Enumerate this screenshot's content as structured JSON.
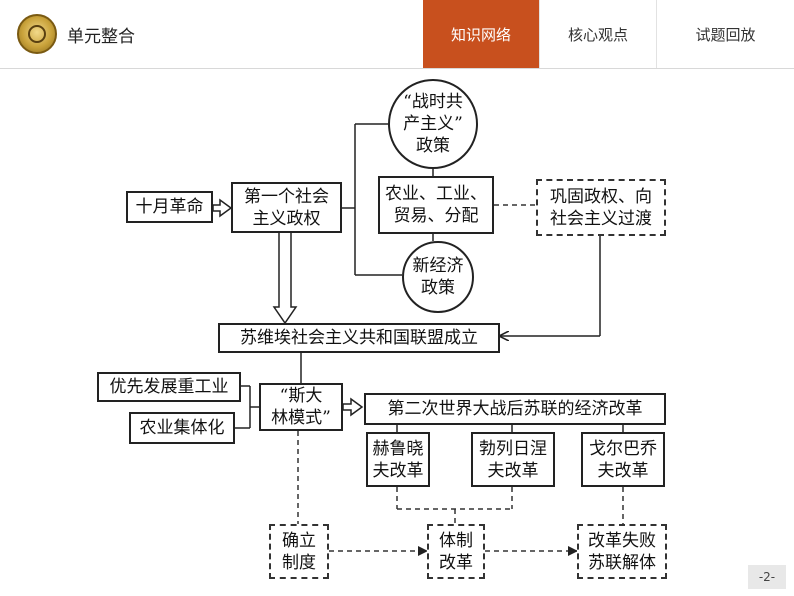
{
  "header": {
    "title": "单元整合",
    "tabs": [
      {
        "label": "知识网络",
        "active": true
      },
      {
        "label": "核心观点",
        "active": false
      },
      {
        "label": "试题回放",
        "active": false
      }
    ],
    "accent_color": "#c8501e"
  },
  "diagram": {
    "nodes": {
      "october_revolution": "十月革命",
      "first_socialist_regime": "第一个社会\n主义政权",
      "war_communism": "“战时共\n产主义”\n政策",
      "distribution": "农业、工业、\n贸易、分配",
      "consolidate_regime": "巩固政权、向\n社会主义过渡",
      "new_economic_policy": "新经济\n政策",
      "ussr_founded": "苏维埃社会主义共和国联盟成立",
      "heavy_industry": "优先发展重工业",
      "collectivization": "农业集体化",
      "stalin_model": "“斯大\n林模式”",
      "postwar_reform": "第二次世界大战后苏联的经济改革",
      "khrushchev_reform": "赫鲁晓\n夫改革",
      "brezhnev_reform": "勃列日涅\n夫改革",
      "gorbachev_reform": "戈尔巴乔\n夫改革",
      "establish_system": "确立\n制度",
      "system_reform": "体制\n改革",
      "reform_failure": "改革失败\n苏联解体"
    }
  },
  "footer": {
    "page_number": "-2-"
  }
}
